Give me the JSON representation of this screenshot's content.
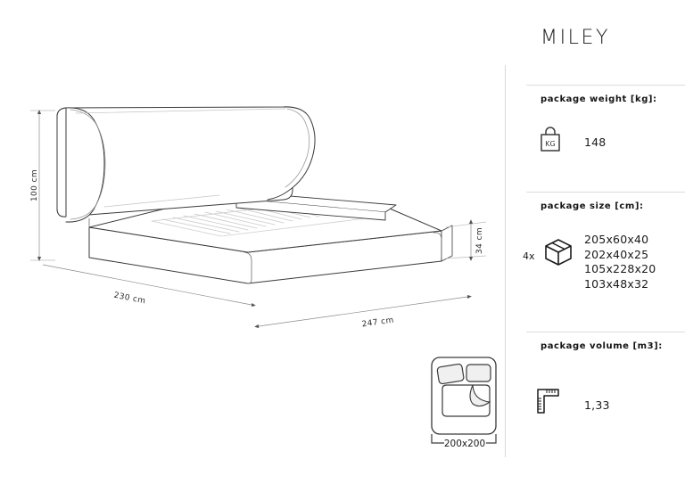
{
  "product": {
    "title": "MILEY"
  },
  "specs": {
    "weight": {
      "label": "package weight [kg]:",
      "icon": "kg-bag-icon",
      "icon_text": "KG",
      "value": "148"
    },
    "size": {
      "label": "package size [cm]:",
      "icon": "box-icon",
      "count": "4x",
      "values": [
        "205x60x40",
        "202x40x25",
        "105x228x20",
        "103x48x32"
      ]
    },
    "volume": {
      "label": "package volume [m3]:",
      "icon": "ruler-square-icon",
      "value": "1,33"
    }
  },
  "drawing": {
    "type": "bed-perspective-line-drawing",
    "dimensions": {
      "height": "100 cm",
      "depth": "230 cm",
      "width": "247 cm",
      "base_height": "34 cm"
    },
    "mattress_icon": {
      "name": "mattress-icon",
      "size_label": "200x200"
    }
  },
  "colors": {
    "outline": "#3a3a3a",
    "soft_line": "#b9b9b9",
    "dimension_line": "#8a8a8a",
    "divider": "#dcdcdc",
    "text": "#1a1a1a",
    "background": "#ffffff"
  }
}
